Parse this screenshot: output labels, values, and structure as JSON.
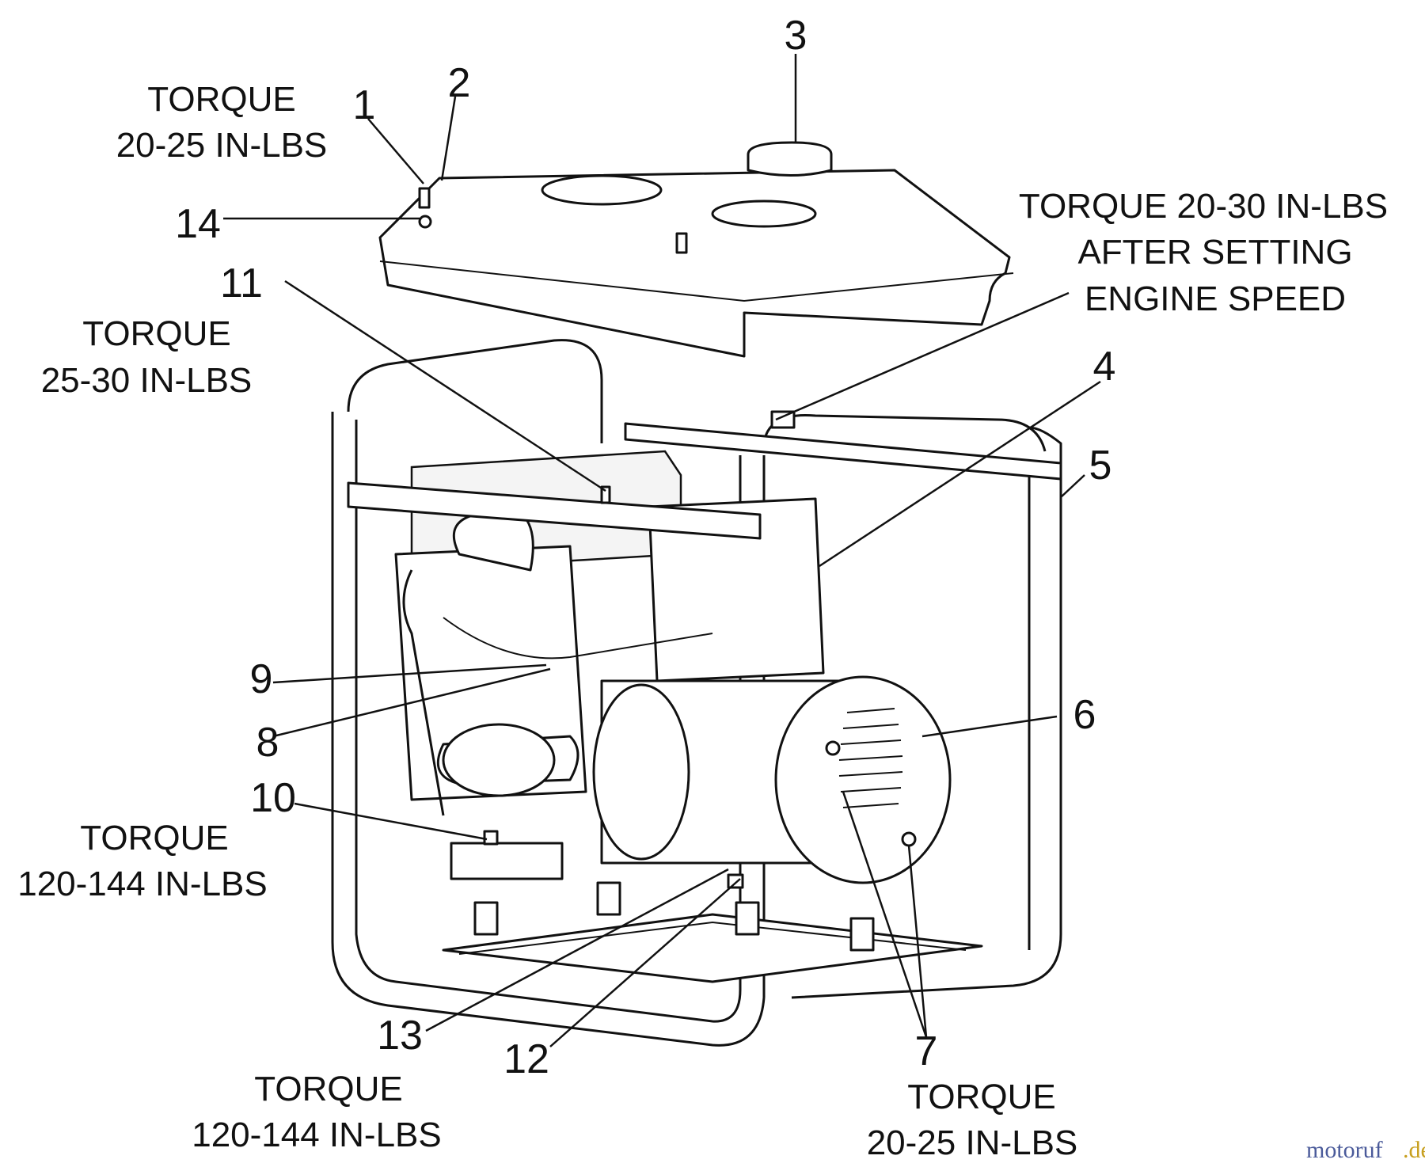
{
  "diagram": {
    "callouts": [
      "1",
      "2",
      "3",
      "4",
      "5",
      "6",
      "7",
      "8",
      "9",
      "10",
      "11",
      "12",
      "13",
      "14"
    ],
    "torque_notes": [
      {
        "lines": [
          "TORQUE",
          "20-25 IN-LBS"
        ]
      },
      {
        "lines": [
          "TORQUE 20-30 IN-LBS",
          "AFTER SETTING",
          "ENGINE SPEED"
        ]
      },
      {
        "lines": [
          "TORQUE",
          "25-30 IN-LBS"
        ]
      },
      {
        "lines": [
          "TORQUE",
          "120-144 IN-LBS"
        ]
      },
      {
        "lines": [
          "TORQUE",
          "120-144 IN-LBS"
        ]
      },
      {
        "lines": [
          "TORQUE",
          "20-25 IN-LBS"
        ]
      }
    ],
    "watermark": {
      "brand": "motoruf",
      "suffix": ".de"
    }
  },
  "colors": {
    "ink": "#111111",
    "watermark_main": "#4a5a9a",
    "watermark_accent": "#c8a020"
  }
}
